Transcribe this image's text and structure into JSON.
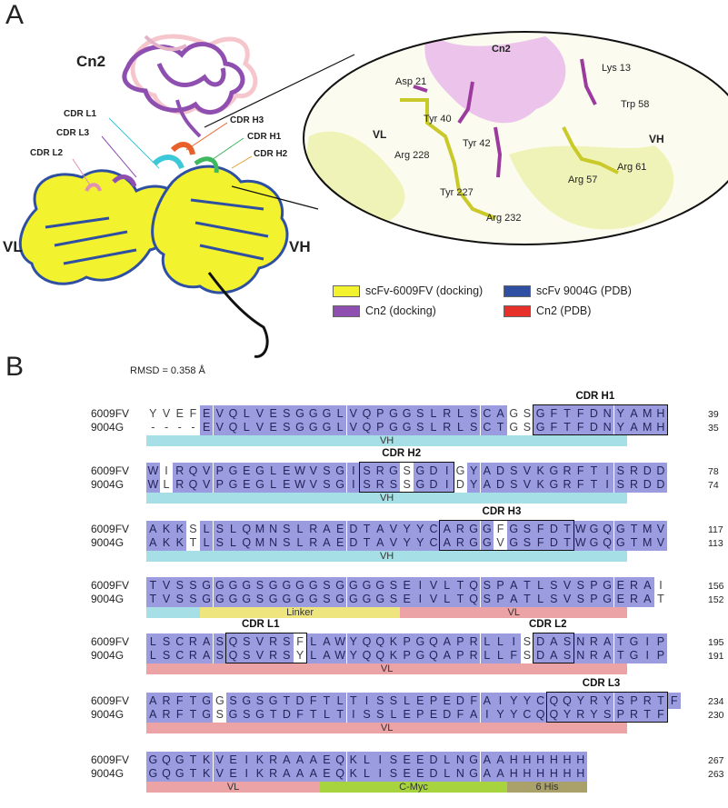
{
  "panelA": {
    "letter": "A",
    "cn2_label": "Cn2",
    "vl_label": "VL",
    "vh_label": "VH",
    "rmsd": "RMSD = 0.358 Å",
    "cdr_labels": [
      "CDR L1",
      "CDR L3",
      "CDR L2",
      "CDR H3",
      "CDR H1",
      "CDR H2"
    ],
    "inset": {
      "cn2": "Cn2",
      "vl": "VL",
      "vh": "VH",
      "residues": [
        "Asp 21",
        "Tyr 40",
        "Tyr 42",
        "Arg 228",
        "Tyr 227",
        "Arg 232",
        "Lys 13",
        "Trp 58",
        "Arg 57",
        "Arg 61"
      ]
    },
    "legend": [
      {
        "label": "scFv-6009FV (docking)",
        "color": "#f2f22e"
      },
      {
        "label": "scFv 9004G (PDB)",
        "color": "#2f4fa3"
      },
      {
        "label": "Cn2 (docking)",
        "color": "#8e4fb0"
      },
      {
        "label": "Cn2 (PDB)",
        "color": "#e8302a"
      }
    ]
  },
  "panelB": {
    "letter": "B",
    "seq_names": [
      "6009FV",
      "9004G"
    ],
    "blocks": [
      {
        "seq1": "YVEFEVQLVESGGGLVQPGGSLRLSCAGSGFTFDNYAMH",
        "seq2": "----EVQLVESGGGLVQPGGSLRLSCTGSGFTFDNYAMH",
        "num1": "39",
        "num2": "35",
        "nohl": [
          0,
          1,
          2,
          3,
          27,
          28
        ],
        "cdr": [
          {
            "label": "CDR H1",
            "start": 29,
            "end": 38
          }
        ],
        "bars": [
          {
            "label": "VH",
            "start": 0,
            "end": 35,
            "color": "#a6e0e6"
          }
        ]
      },
      {
        "seq1": "WIRQVPGEGLEWVSGISRGSGDIGYADSVKGRFTISRDD",
        "seq2": "WLRQVPGEGLEWVSGISRSSGDIDYADSVKGRFTISRDD",
        "num1": "78",
        "num2": "74",
        "nohl": [
          1,
          19,
          23
        ],
        "cdr": [
          {
            "label": "CDR H2",
            "start": 16,
            "end": 22
          }
        ],
        "bars": [
          {
            "label": "VH",
            "start": 0,
            "end": 35,
            "color": "#a6e0e6"
          }
        ]
      },
      {
        "seq1": "AKKSLSLQMNSLRAEDTAVYYCARGGFGSFDTWGQGTMV",
        "seq2": "AKKTLSLQMNSLRAEDTAVYYCARGGVGSFDTWGQGTMV",
        "num1": "117",
        "num2": "113",
        "nohl": [
          3,
          26
        ],
        "cdr": [
          {
            "label": "CDR H3",
            "start": 22,
            "end": 31
          }
        ],
        "bars": [
          {
            "label": "VH",
            "start": 0,
            "end": 35,
            "color": "#a6e0e6"
          }
        ]
      },
      {
        "seq1": "TVSSGGGGSGGGGSGGGGSEIVLTQSPATLSVSPGERAI",
        "seq2": "TVSSGGGGSGGGGSGGGGSEIVLTQSPATLSVSPGERAT",
        "num1": "156",
        "num2": "152",
        "nohl": [
          38
        ],
        "cdr": [],
        "bars": [
          {
            "label": "",
            "start": 0,
            "end": 3,
            "color": "#a6e0e6"
          },
          {
            "label": "Linker",
            "start": 4,
            "end": 18,
            "color": "#efe57e"
          },
          {
            "label": "VL",
            "start": 19,
            "end": 35,
            "color": "#eca3a6"
          }
        ]
      },
      {
        "seq1": "LSCRASQSVRSFLAWYQQKPGQAPRLLISDASNRATGIP",
        "seq2": "LSCRASQSVRSYLAWYQQKPGQAPRLLFSDASNRATGIP",
        "num1": "195",
        "num2": "191",
        "nohl": [
          11,
          28
        ],
        "cdr": [
          {
            "label": "CDR L1",
            "start": 6,
            "end": 11
          },
          {
            "label": "CDR L2",
            "start": 29,
            "end": 31
          }
        ],
        "bars": [
          {
            "label": "VL",
            "start": 0,
            "end": 35,
            "color": "#eca3a6"
          }
        ]
      },
      {
        "seq1": "ARFTGGSGSGTDFTLTISSLEPEDFAIYYCQQYRYSPRTF",
        "seq2": "ARFTGSGSGTDFTLTISSLEPEDFAIYYCQQYRYSPRTF",
        "num1": "234",
        "num2": "230",
        "nohl": [
          5
        ],
        "cdr": [
          {
            "label": "CDR L3",
            "start": 30,
            "end": 38
          }
        ],
        "bars": [
          {
            "label": "VL",
            "start": 0,
            "end": 35,
            "color": "#eca3a6"
          }
        ]
      },
      {
        "seq1": "GQGTKVEIKRAAAEQKLISEEDLNGAAHHHHHH",
        "seq2": "GQGTKVEIKRAAAEQKLISEEDLNGAAHHHHHH",
        "num1": "267",
        "num2": "263",
        "nohl": [],
        "cdr": [],
        "bars": [
          {
            "label": "VL",
            "start": 0,
            "end": 12,
            "color": "#eca3a6"
          },
          {
            "label": "C-Myc",
            "start": 13,
            "end": 26,
            "color": "#a6d33e"
          },
          {
            "label": "6 His",
            "start": 27,
            "end": 32,
            "color": "#a9a06a"
          }
        ]
      }
    ]
  }
}
